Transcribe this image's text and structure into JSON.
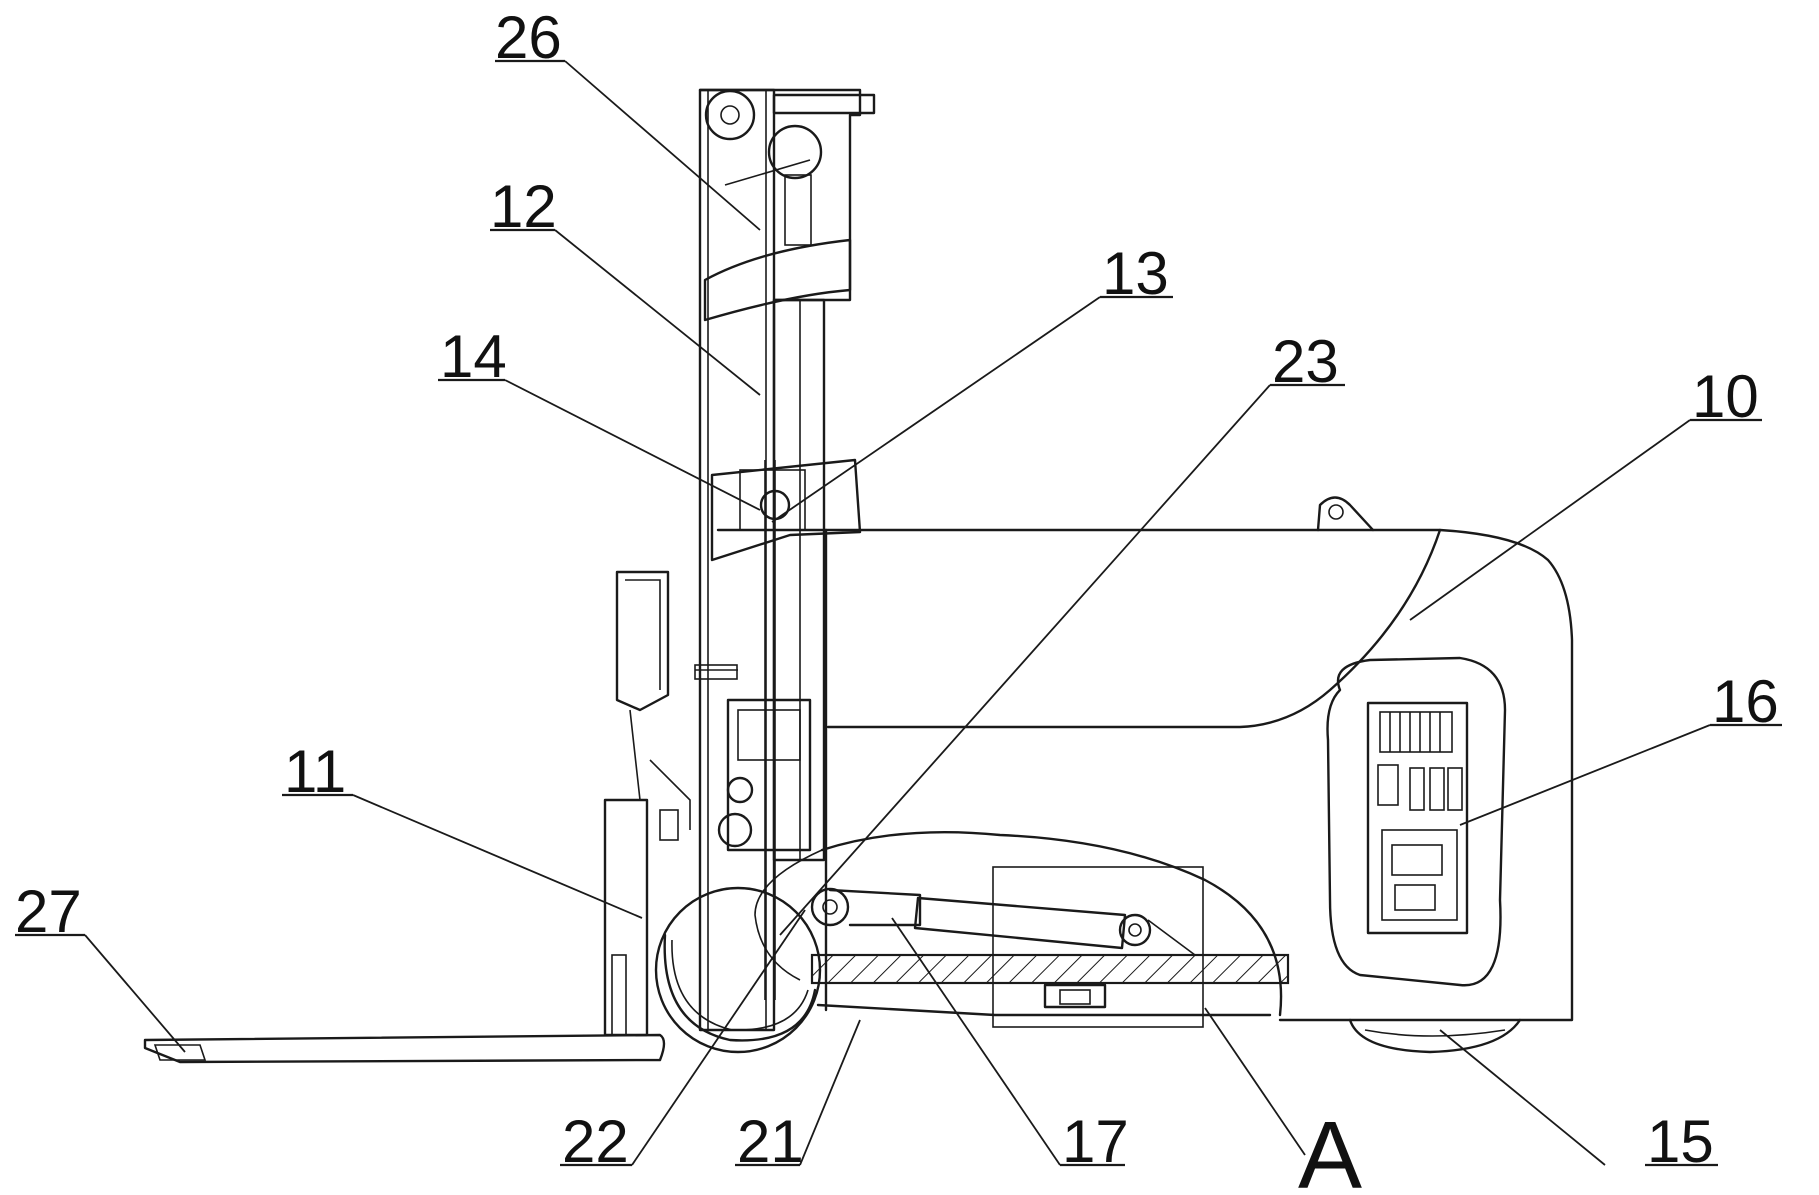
{
  "labels": {
    "l26": "26",
    "l12": "12",
    "l13": "13",
    "l14": "14",
    "l23": "23",
    "l10": "10",
    "l16": "16",
    "l11": "11",
    "l27": "27",
    "l22": "22",
    "l21": "21",
    "l17": "17",
    "lA": "A",
    "l15": "15"
  }
}
